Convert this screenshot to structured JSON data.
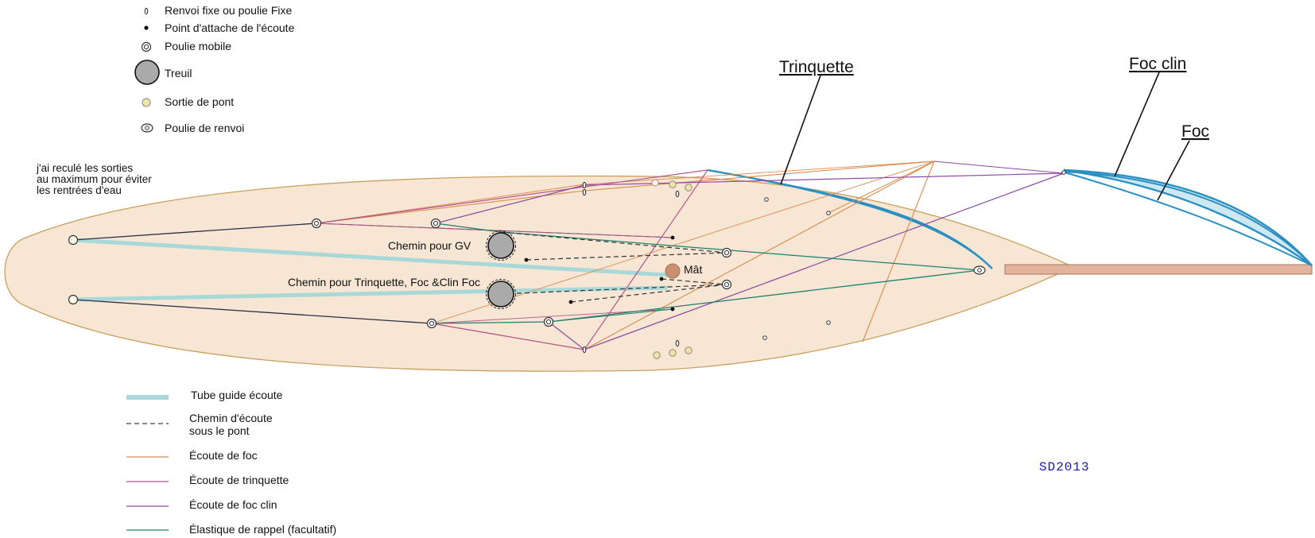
{
  "legend_symbols": [
    {
      "key": "fixed",
      "label": "Renvoi fixe ou poulie Fixe",
      "icon": "fixed-block-icon"
    },
    {
      "key": "attach",
      "label": "Point d'attache de l'écoute",
      "icon": "attach-point-icon"
    },
    {
      "key": "mobile",
      "label": "Poulie mobile",
      "icon": "moving-pulley-icon"
    },
    {
      "key": "winch",
      "label": "Treuil",
      "icon": "winch-icon"
    },
    {
      "key": "exit",
      "label": "Sortie de pont",
      "icon": "deck-exit-icon"
    },
    {
      "key": "turning",
      "label": "Poulie de renvoi",
      "icon": "turning-block-icon"
    }
  ],
  "legend_lines": [
    {
      "key": "tube",
      "line1": "Tube guide écoute",
      "line2": "",
      "color": "#a9d8d8"
    },
    {
      "key": "under",
      "line1": "Chemin d'écoute",
      "line2": "sous le pont",
      "color": "#444444"
    },
    {
      "key": "jib",
      "line1": "Écoute de foc",
      "line2": "",
      "color": "#d98a4e"
    },
    {
      "key": "staysail",
      "line1": "Écoute de trinquette",
      "line2": "",
      "color": "#b5558a"
    },
    {
      "key": "flying",
      "line1": "Écoute de foc clin",
      "line2": "",
      "color": "#8a4aa0"
    },
    {
      "key": "elastic",
      "line1": "Élastique de rappel (facultatif)",
      "line2": "",
      "color": "#1f7f6e"
    }
  ],
  "note": {
    "line1": "j'ai reculé les sorties",
    "line2": "au maximum pour éviter",
    "line3": " les rentrées d'eau"
  },
  "labels": {
    "trinquette": "Trinquette",
    "foc_clin": "Foc clin",
    "foc": "Foc",
    "chemin_gv": "Chemin pour GV",
    "chemin_tri": "Chemin pour Trinquette, Foc &Clin Foc",
    "mat": "Mât",
    "signature": "SD2013"
  },
  "colors": {
    "hull": "#f7e6d3",
    "hull_edge": "#c9a060",
    "sail_fill": "#cde8f2",
    "sail_edge": "#2a8fc2",
    "bowsprit": "#e3b39e",
    "mast": "#c98f70",
    "winch": "#aaaaaa"
  }
}
